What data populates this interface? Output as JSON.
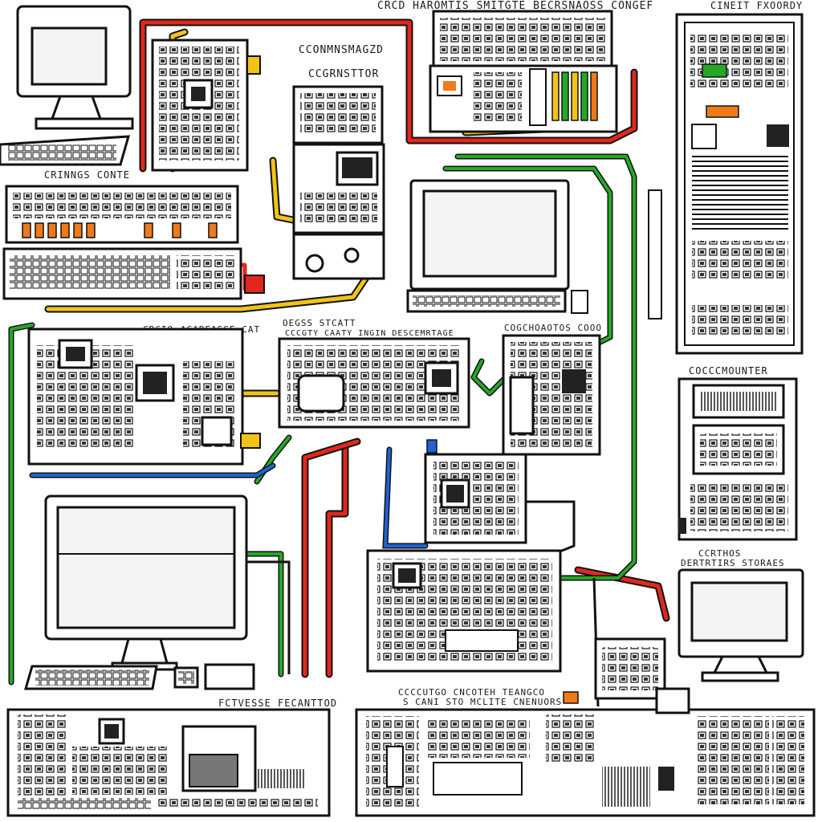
{
  "labels": {
    "top_center": "CRCD HAROMTIS SMITGTE BECRSNAOSS CONGEF",
    "top_right": "CINEIT FXOORDY",
    "upper_mid_1": "CCONMNSMAGZD",
    "upper_mid_2": "CCGRNSTTOR",
    "left_box": "CRINNGS CONTE",
    "mid_left_a": "CRCIO",
    "mid_left_b": "AGAREASSE CAT",
    "mid_center": "OEGSS STCATT",
    "mid_center_b": "CCCGTY CAATY INGIN DESCEMRTAGE",
    "mid_right": "COGCHOAOTOS COOO",
    "right_stack": "COCCCMOUNTER",
    "right_lower_a": "CCRTHOS",
    "right_lower_b": "DERTRTIRS STORAES",
    "bottom_left": "FCTVESSE FECANTTOD",
    "bottom_center_a": "CCCCUTGO CNCOTEH TEANGCO",
    "bottom_center_b": "S CANI STO MCLITE CNENUORS"
  },
  "colors": {
    "line": "#111111",
    "red": "#e0281c",
    "green": "#24a826",
    "yellow": "#f2c318",
    "blue": "#1f63d4",
    "orange": "#f07a18",
    "screen": "#f4f4f4"
  },
  "icons": [
    "crt-monitor-icon",
    "keyboard-icon",
    "server-rack-icon",
    "circuit-board-icon",
    "lcd-monitor-icon"
  ]
}
